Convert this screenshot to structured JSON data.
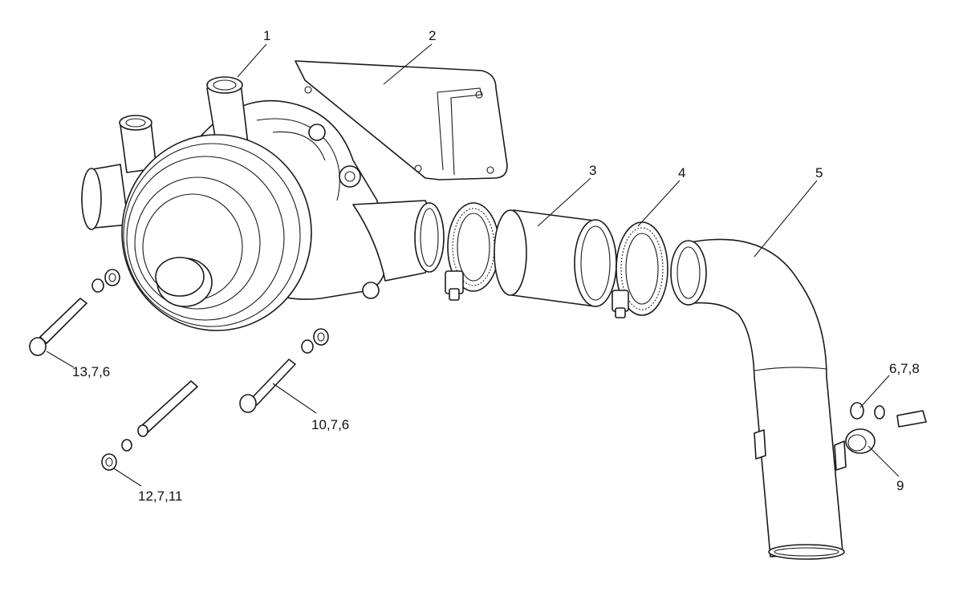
{
  "callouts": [
    {
      "id": "c1",
      "text": "1"
    },
    {
      "id": "c2",
      "text": "2"
    },
    {
      "id": "c3",
      "text": "3"
    },
    {
      "id": "c4",
      "text": "4"
    },
    {
      "id": "c5",
      "text": "5"
    },
    {
      "id": "c6",
      "text": "6,7,8"
    },
    {
      "id": "c9",
      "text": "9"
    },
    {
      "id": "c10",
      "text": "10,7,6"
    },
    {
      "id": "c12",
      "text": "12,7,11"
    },
    {
      "id": "c13",
      "text": "13,7,6"
    }
  ]
}
